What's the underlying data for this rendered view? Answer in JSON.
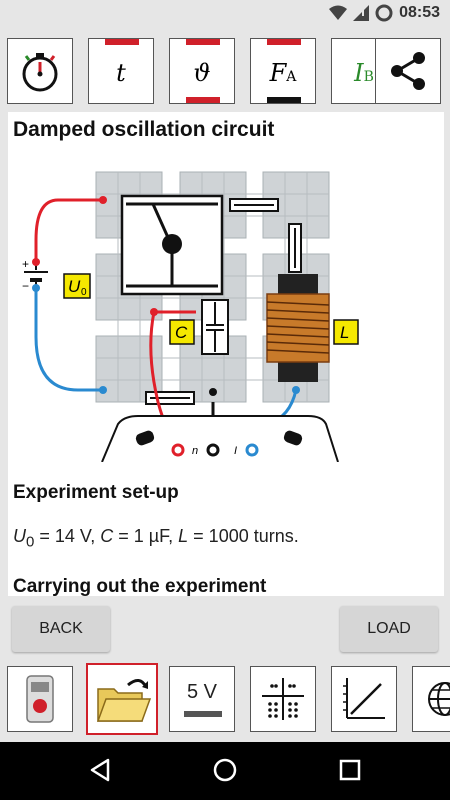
{
  "status_bar": {
    "time": "08:53"
  },
  "top_toolbar": {
    "buttons": [
      {
        "name": "timer",
        "icon": "stopwatch-icon"
      },
      {
        "name": "time",
        "label": "t",
        "accent_top": "#d0202a",
        "accent_bottom": null
      },
      {
        "name": "temperature",
        "label": "ϑ",
        "accent_top": "#d0202a",
        "accent_bottom": "#d0202a"
      },
      {
        "name": "force",
        "label": "F",
        "sub": "A",
        "accent_top": "#d0202a",
        "accent_bottom": "#111111"
      },
      {
        "name": "current",
        "label": "I",
        "sub": "B",
        "label_color": "#2a8a2a"
      },
      {
        "name": "share",
        "icon": "share-icon"
      }
    ]
  },
  "content": {
    "title": "Damped oscillation circuit",
    "section_setup": "Experiment set-up",
    "setup": {
      "u0_symbol": "U",
      "u0_sub": "0",
      "u0_value": " = 14 V, ",
      "c_symbol": "C",
      "c_value": " = 1 µF, ",
      "l_symbol": "L",
      "l_value": " = 1000 turns."
    },
    "section_carrying": "Carrying out the experiment",
    "diagram_labels": {
      "u0": "U",
      "u0_sub": "0",
      "c": "C",
      "l": "L",
      "plus": "+",
      "minus": "−",
      "meter_left": "n",
      "meter_right": "I"
    }
  },
  "buttons": {
    "back": "BACK",
    "load": "LOAD"
  },
  "bottom_toolbar": {
    "voltage_label": "5 V"
  },
  "colors": {
    "accent_red": "#d0202a",
    "wire_red": "#e0202a",
    "wire_blue": "#2a8ad0",
    "label_yellow": "#f5e800"
  }
}
